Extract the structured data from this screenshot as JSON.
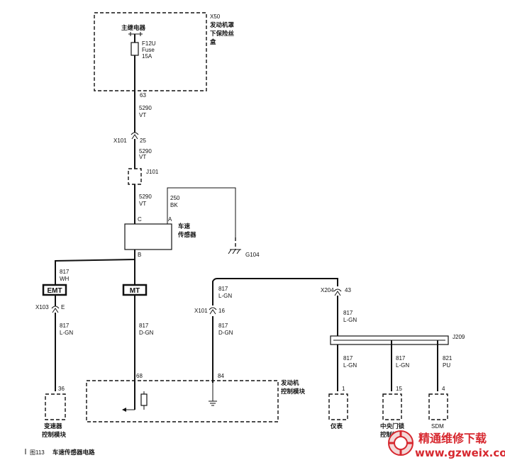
{
  "fuse_box": {
    "id": "X50",
    "name_line1": "发动机罩",
    "name_line2": "下保险丝",
    "name_line3": "盒"
  },
  "relay": {
    "label": "主继电器"
  },
  "fuse": {
    "id": "F12U",
    "type": "Fuse",
    "rating": "15A"
  },
  "wires": {
    "main_pin": "63",
    "w5290_a_num": "5290",
    "w5290_a_color": "VT",
    "w5290_b_num": "5290",
    "w5290_b_color": "VT",
    "w5290_c_num": "5290",
    "w5290_c_color": "VT",
    "w250_num": "250",
    "w250_color": "BK",
    "emt_num": "817",
    "emt_color": "WH",
    "x103_num": "817",
    "x103_color": "L-GN",
    "mt_num": "817",
    "mt_color": "D-GN",
    "top_num": "817",
    "top_color": "L-GN",
    "x101b_num": "817",
    "x101b_color": "D-GN",
    "x204_num": "817",
    "x204_color": "L-GN",
    "ipc_num": "817",
    "ipc_color": "L-GN",
    "bcm_num": "817",
    "bcm_color": "L-GN",
    "sdm_num": "821",
    "sdm_color": "PU"
  },
  "connectors": {
    "x101_top": "X101",
    "x101_top_pin": "25",
    "j101": "J101",
    "x103": "X103",
    "x103_pin": "E",
    "x101_b": "X101",
    "x101_b_pin": "16",
    "x204": "X204",
    "x204_pin": "43",
    "j209": "J209"
  },
  "sensor": {
    "name_line1": "车速",
    "name_line2": "传感器",
    "pin_c": "C",
    "pin_a": "A",
    "pin_b": "B"
  },
  "ground": {
    "id": "G104"
  },
  "option_tags": {
    "emt": "EMT",
    "mt": "MT"
  },
  "ecm": {
    "name_line1": "发动机",
    "name_line2": "控制模块",
    "pin_68": "68",
    "pin_84": "84"
  },
  "tcm": {
    "pin": "36",
    "name_line1": "变速器",
    "name_line2": "控制模块"
  },
  "ipc": {
    "pin": "1",
    "name": "仪表"
  },
  "bcm": {
    "pin": "15",
    "name_line1": "中央门锁",
    "name_line2": "控制模块"
  },
  "sdm": {
    "pin": "4",
    "name": "SDM"
  },
  "caption": {
    "figure": "图113",
    "title": "车速传感器电路"
  },
  "watermark": {
    "cn": "精通维修下载",
    "url": "www.gzweix.com"
  }
}
